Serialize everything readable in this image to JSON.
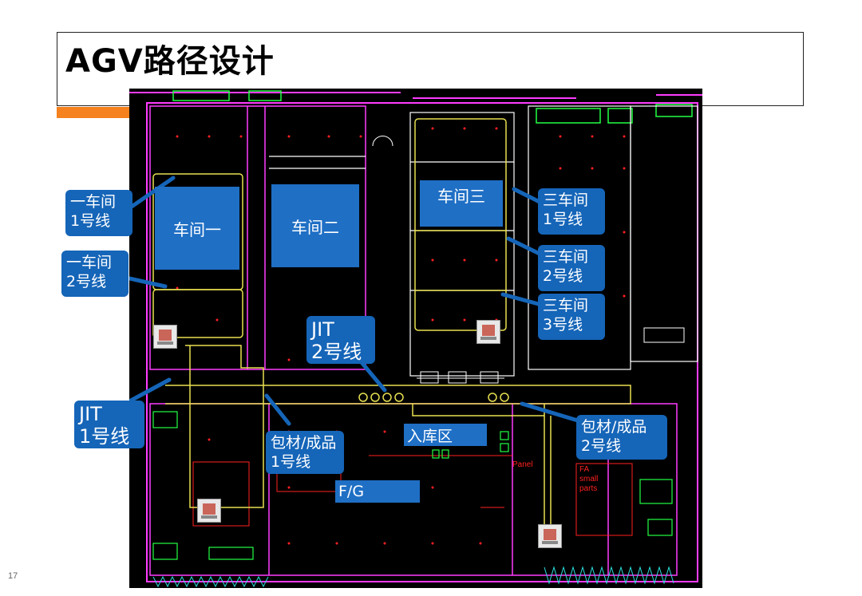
{
  "slide": {
    "title": "AGV路径设计",
    "page_number": "17"
  },
  "workshops": {
    "ws1": "车间一",
    "ws2": "车间二",
    "ws3": "车间三"
  },
  "areas": {
    "inbound": "入库区",
    "fg": "F/G"
  },
  "callouts": {
    "ws1_line1": "一车间\n1号线",
    "ws1_line2": "一车间\n2号线",
    "ws3_line1": "三车间\n1号线",
    "ws3_line2": "三车间\n2号线",
    "ws3_line3": "三车间\n3号线",
    "jit2": "JIT\n2号线",
    "jit1": "JIT\n1号线",
    "pack1": "包材/成品\n1号线",
    "pack2": "包材/成品\n2号线"
  },
  "cad_text": {
    "panel": "Panel",
    "fa": "FA\nsmall\nparts"
  },
  "colors": {
    "accent_orange": "#f5821f",
    "callout_blue": "#1565b8",
    "workshop_blue": "#1f6fc5",
    "agv_path_yellow": "#e8e050",
    "wall_magenta": "#ff3cff",
    "cad_red": "#ff2020",
    "cad_green": "#22ff44"
  },
  "icons": [
    "agv-robot-icon"
  ]
}
